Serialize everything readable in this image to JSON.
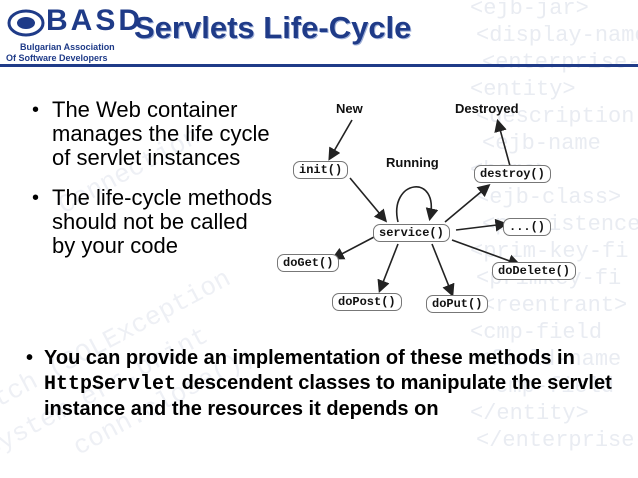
{
  "header": {
    "logo_text": "BASD",
    "logo_sub1": "Bulgarian Association",
    "logo_sub2": "Of Software Developers",
    "title": "Servlets Life-Cycle"
  },
  "bullets": [
    {
      "lines": [
        "The Web container",
        "manages the life cycle",
        "of servlet instances"
      ]
    },
    {
      "lines": [
        "The life-cycle methods",
        "should not be called",
        "by your code"
      ]
    }
  ],
  "bottom_bullet": {
    "pre": "You can provide an implementation of these methods in ",
    "code": "HttpServlet",
    "post": " descendent classes to manipulate the servlet instance and the resources it depends on"
  },
  "diagram": {
    "labels": {
      "new": "New",
      "destroyed": "Destroyed",
      "running": "Running"
    },
    "nodes": {
      "init": "init()",
      "destroy": "destroy()",
      "service": "service()",
      "ellipsis": "...()",
      "doGet": "doGet()",
      "doDelete": "doDelete()",
      "doPost": "doPost()",
      "doPut": "doPut()"
    }
  },
  "background_watermark": [
    "<ejb-jar>",
    "<display-name>",
    "<enterprise-be",
    "<entity>",
    "<description",
    "<ejb-name",
    "<home>",
    "<ejb-class>",
    "<persistence",
    "<prim-key-fi",
    "<primkey-fi",
    "<reentrant>",
    "<cmp-field",
    "<field-name",
    "<cmp-field",
    "</entity>",
    "</enterprise-be"
  ],
  "colors": {
    "title": "#1f3b88",
    "rule": "#1f3b88"
  }
}
